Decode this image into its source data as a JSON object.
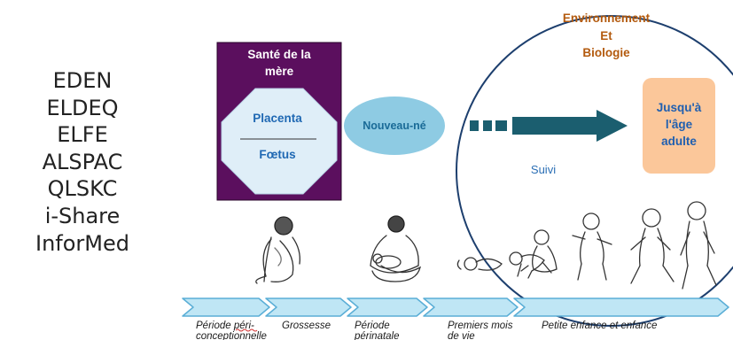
{
  "cohorts": [
    "EDEN",
    "ELDEQ",
    "ELFE",
    "ALSPAC",
    "QLSKC",
    "i-Share",
    "InforMed"
  ],
  "environment": {
    "line1": "Environnement",
    "line2": "Et",
    "line3": "Biologie"
  },
  "mother_box": {
    "title_line1": "Santé de la",
    "title_line2": "mère",
    "placenta": "Placenta",
    "foetus": "Fœtus"
  },
  "newborn": "Nouveau-né",
  "adult": {
    "line1": "Jusqu'à",
    "line2": "l'âge",
    "line3": "adulte"
  },
  "follow_up": "Suivi",
  "timeline": {
    "periconceptional_1": "Période péri-",
    "periconceptional_2": "conceptionnelle",
    "pregnancy": "Grossesse",
    "perinatal_1": "Période",
    "perinatal_2": "périnatale",
    "first_months_1": "Premiers mois",
    "first_months_2": "de vie",
    "childhood": "Petite enfance et enfance"
  },
  "colors": {
    "mother_box": "#5b0f5e",
    "octagon_fill": "#dfeef8",
    "octagon_text": "#1f68b3",
    "newborn_fill": "#8ecbe3",
    "newborn_text": "#1a6b97",
    "arrow": "#1b5e6f",
    "adult_fill": "#fbc79a",
    "adult_text": "#1f5fb0",
    "environment_text": "#b35a0e",
    "circle_stroke": "#1d3f6e",
    "timeline_fill": "#bfe6f5",
    "timeline_stroke": "#5aaed6"
  }
}
